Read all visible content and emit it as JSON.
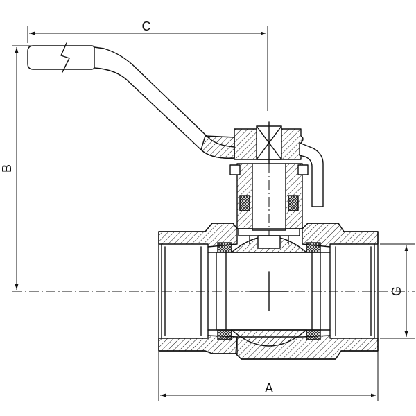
{
  "dimensions": {
    "a": "A",
    "b": "B",
    "c": "C",
    "g": "G"
  },
  "colors": {
    "ink": "#111111",
    "background": "#ffffff"
  }
}
